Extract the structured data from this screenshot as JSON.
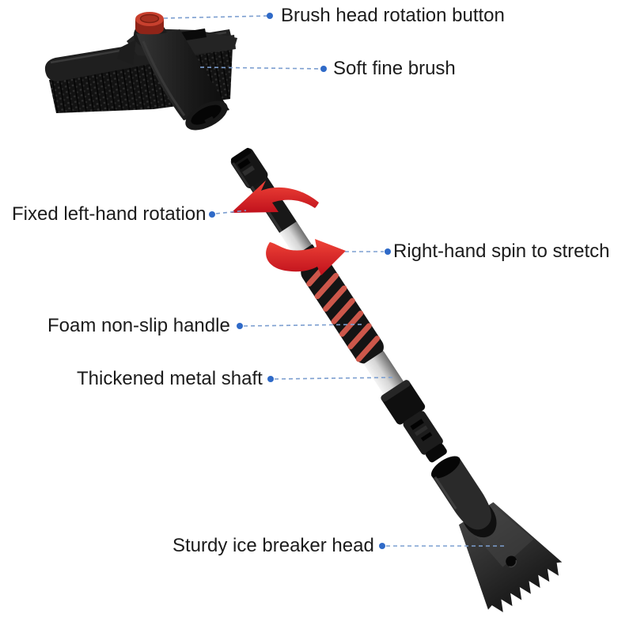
{
  "background": "#ffffff",
  "colors": {
    "callout_line": "#7d9fd0",
    "callout_dot": "#2f6ac8",
    "arrow_red": "#e02227",
    "button_red": "#c8402e",
    "product_black": "#1a1a1a",
    "metal_silver": "#cccccc",
    "foam_stripe": "#cd574a"
  },
  "callouts": [
    {
      "text": "Brush head rotation button"
    },
    {
      "text": "Soft fine brush"
    },
    {
      "text": "Fixed left-hand rotation"
    },
    {
      "text": "Right-hand spin to stretch"
    },
    {
      "text": "Foam non-slip handle"
    },
    {
      "text": "Thickened metal shaft"
    },
    {
      "text": "Sturdy ice breaker head"
    }
  ]
}
